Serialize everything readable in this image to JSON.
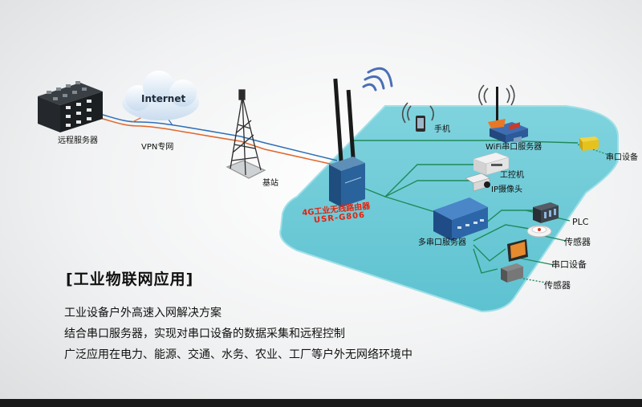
{
  "cloud_label": "Internet",
  "nodes": {
    "remote_server": "远程服务器",
    "vpn": "VPN专网",
    "base_station": "基站",
    "router_title": "4G工业无线路由器",
    "router_model": "USR-G806",
    "phone": "手机",
    "wifi_server": "WiFi串口服务器",
    "serial_device_1": "串口设备",
    "ipc": "工控机",
    "ip_camera": "IP摄像头",
    "multi_server": "多串口服务器",
    "plc": "PLC",
    "sensor_1": "传感器",
    "serial_device_2": "串口设备",
    "sensor_2": "传感器"
  },
  "heading": "[工业物联网应用]",
  "description": [
    "工业设备户外高速入网解决方案",
    "结合串口服务器，实现对串口设备的数据采集和远程控制",
    "广泛应用在电力、能源、交通、水务、农业、工厂等户外无网络环境中"
  ],
  "colors": {
    "platform": "#6fcbd8",
    "link_blue": "#2f6fb4",
    "link_orange": "#e0662a",
    "lan_green": "#1f8a5a",
    "router_text": "#e8200c"
  }
}
